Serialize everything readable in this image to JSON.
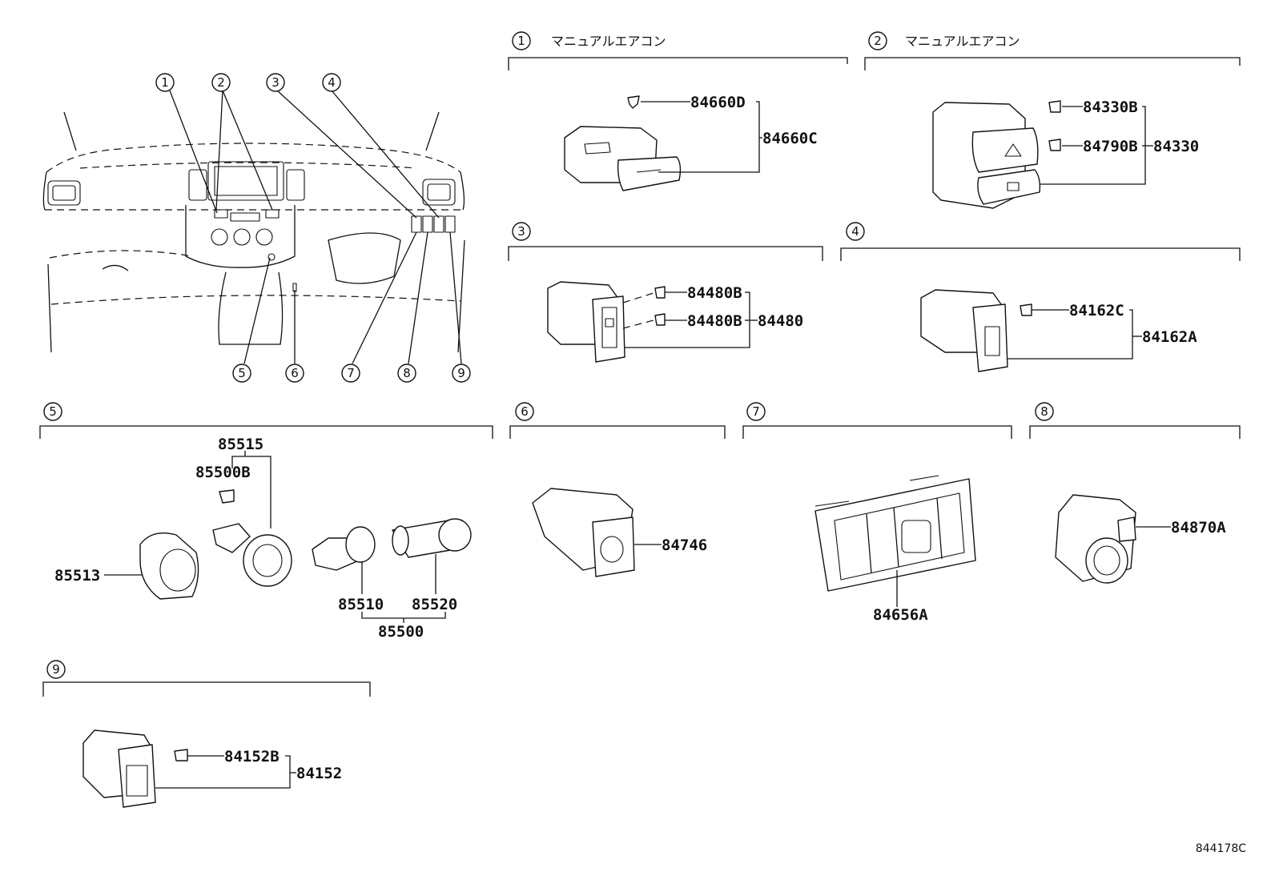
{
  "overview": {
    "callouts": [
      "1",
      "2",
      "3",
      "4",
      "5",
      "6",
      "7",
      "8",
      "9"
    ]
  },
  "sections": {
    "s1": {
      "num": "1",
      "title": "マニュアルエアコン",
      "parts": [
        "84660D",
        "84660C"
      ]
    },
    "s2": {
      "num": "2",
      "title": "マニュアルエアコン",
      "parts": [
        "84330B",
        "84790B",
        "84330"
      ]
    },
    "s3": {
      "num": "3",
      "parts": [
        "84480B",
        "84480B",
        "84480"
      ]
    },
    "s4": {
      "num": "4",
      "parts": [
        "84162C",
        "84162A"
      ]
    },
    "s5": {
      "num": "5",
      "parts": [
        "85515",
        "85500B",
        "85513",
        "85510",
        "85520",
        "85500"
      ]
    },
    "s6": {
      "num": "6",
      "parts": [
        "84746"
      ]
    },
    "s7": {
      "num": "7",
      "parts": [
        "84656A"
      ]
    },
    "s8": {
      "num": "8",
      "parts": [
        "84870A"
      ]
    },
    "s9": {
      "num": "9",
      "parts": [
        "84152B",
        "84152"
      ]
    }
  },
  "ref_code": "844178C"
}
